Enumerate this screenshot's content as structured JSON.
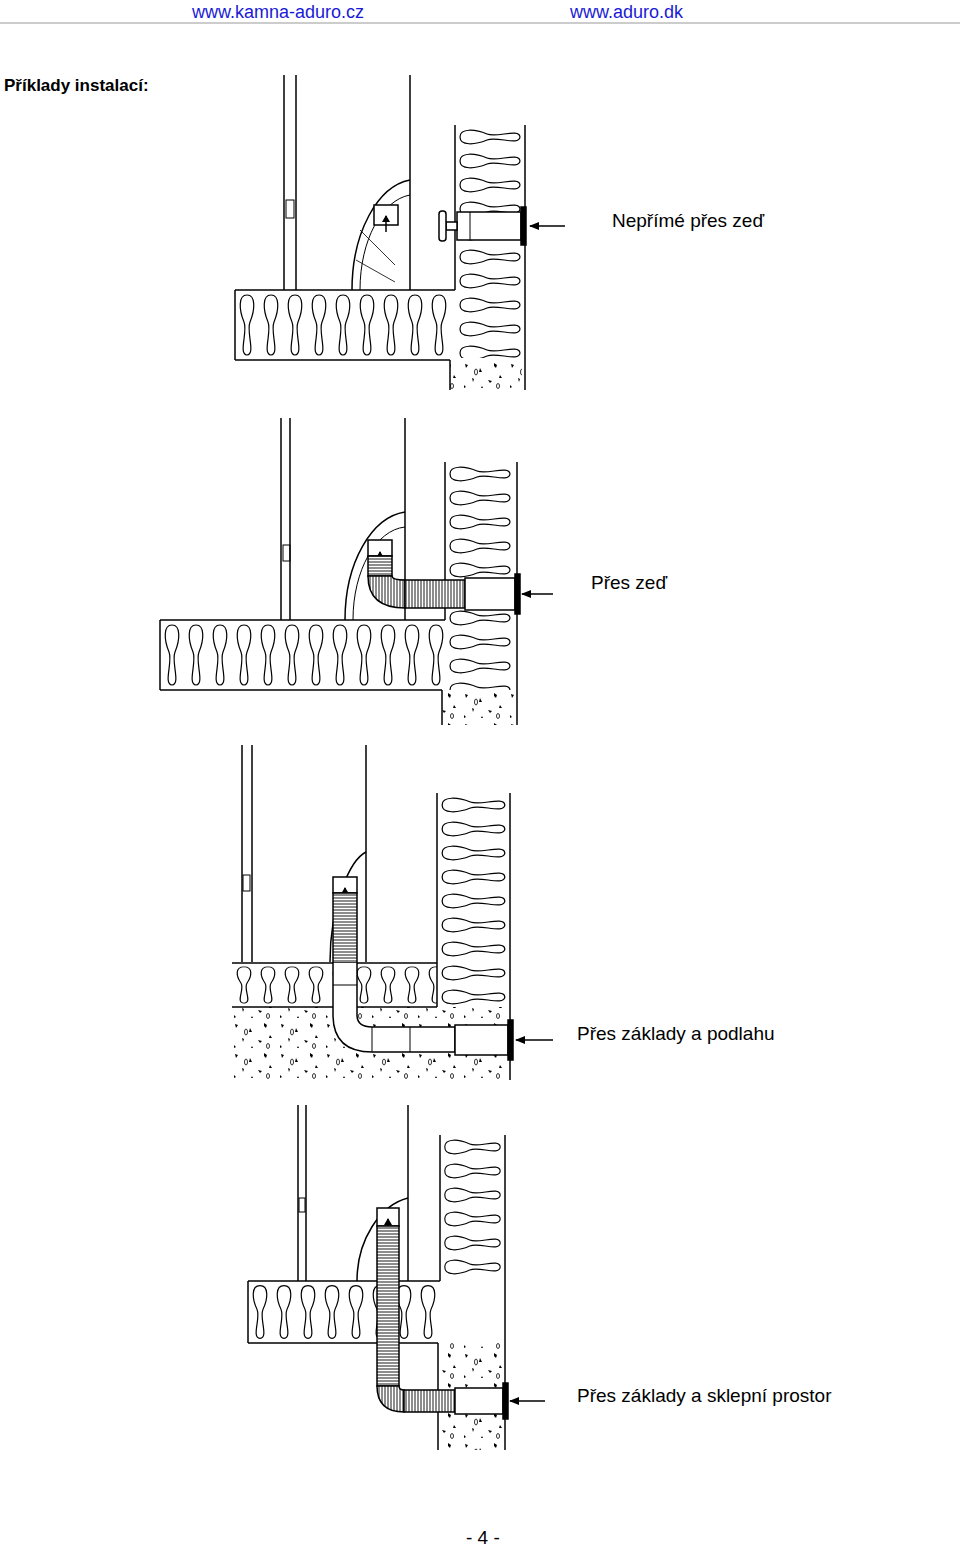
{
  "diagram": {
    "title": "Příklady instalací:",
    "labels": [
      "www.kamna-aduro.cz",
      "www.aduro.dk",
      "Nepřímé přes zeď",
      "Přes zeď",
      "Přes základy a podlahu",
      "Přes základy a sklepní prostor",
      "- 4 -"
    ]
  }
}
